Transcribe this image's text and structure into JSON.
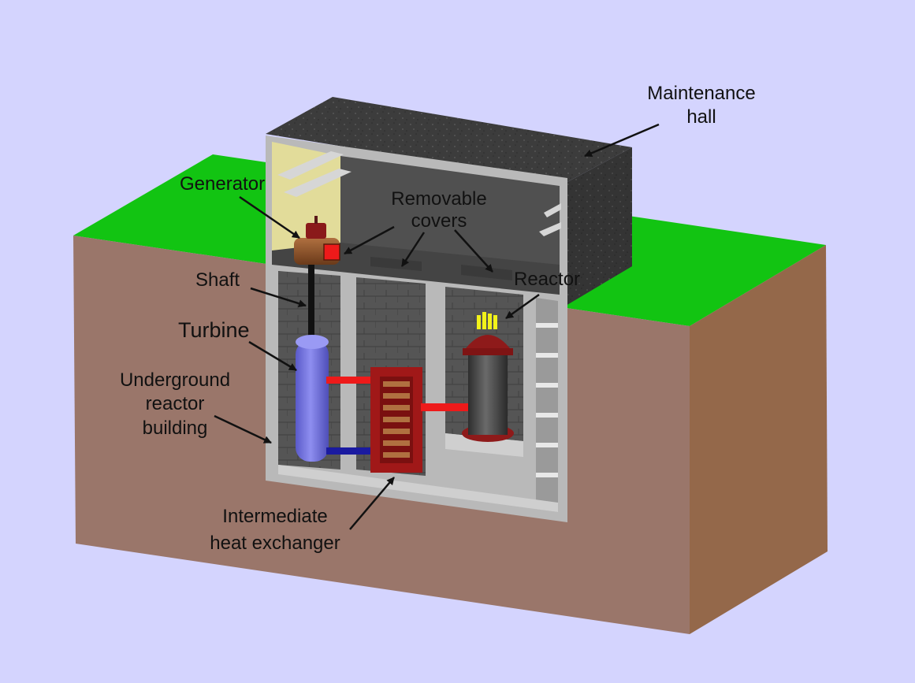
{
  "labels": {
    "maintenance_hall_1": "Maintenance",
    "maintenance_hall_2": "hall",
    "generator": "Generator",
    "removable_covers_1": "Removable",
    "removable_covers_2": "covers",
    "reactor": "Reactor",
    "shaft": "Shaft",
    "turbine": "Turbine",
    "underground_1": "Underground",
    "underground_2": "reactor",
    "underground_3": "building",
    "ihx_1": "Intermediate",
    "ihx_2": "heat exchanger"
  },
  "colors": {
    "background": "#d4d4fe",
    "grass": "#12c412",
    "soil_front": "#9a766a",
    "soil_side": "#94684a",
    "concrete": "#3e3e3e",
    "wall_light": "#b9b9b9",
    "turbine": "#7676e2",
    "reactor_vessel": "#4a4a4a",
    "reactor_head": "#8e1a1a",
    "heat_exchanger": "#a01818",
    "hot_pipe": "#ee1a1a",
    "cold_pipe": "#1a1aa0",
    "fuel_rods": "#f2f21a"
  }
}
